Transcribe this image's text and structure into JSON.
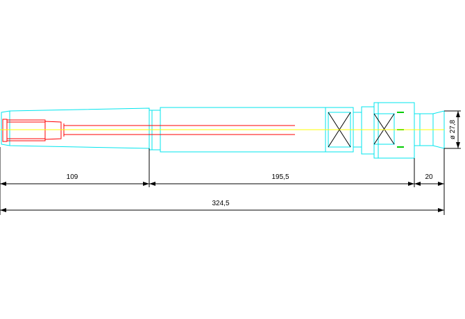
{
  "drawing": {
    "dimensions": {
      "section_1": "109",
      "section_2": "195,5",
      "section_3": "20",
      "overall_length": "324,5",
      "diameter": "ø 27,8"
    },
    "colors": {
      "outline": "#00e5ee",
      "hidden_detail": "#ff0000",
      "center_line": "#ffff00",
      "marks": "#00cc00",
      "dimension": "#000000",
      "background": "#ffffff"
    }
  }
}
